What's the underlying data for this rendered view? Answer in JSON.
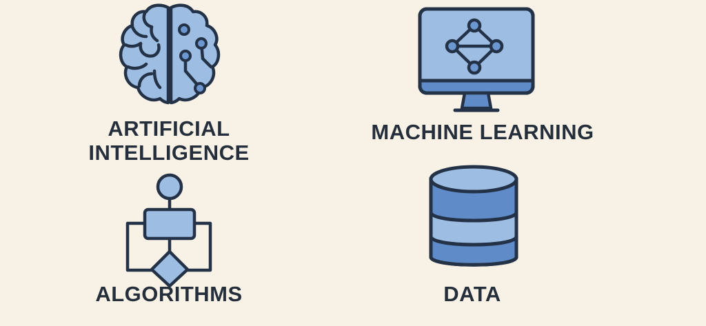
{
  "colors": {
    "background": "#f8f1e6",
    "outline": "#233246",
    "fill_light": "#9dbde3",
    "fill_mid": "#5f8cc8",
    "node_fill": "#6d97d0",
    "text": "#252f3c"
  },
  "tiles": [
    {
      "id": "ai",
      "icon": "brain-circuit-icon",
      "label_line1": "ARTIFICIAL",
      "label_line2": "INTELLIGENCE"
    },
    {
      "id": "ml",
      "icon": "monitor-network-icon",
      "label_line1": "MACHINE LEARNING"
    },
    {
      "id": "algo",
      "icon": "flowchart-icon",
      "label_line1": "ALGORITHMS"
    },
    {
      "id": "data",
      "icon": "database-icon",
      "label_line1": "DATA"
    }
  ]
}
